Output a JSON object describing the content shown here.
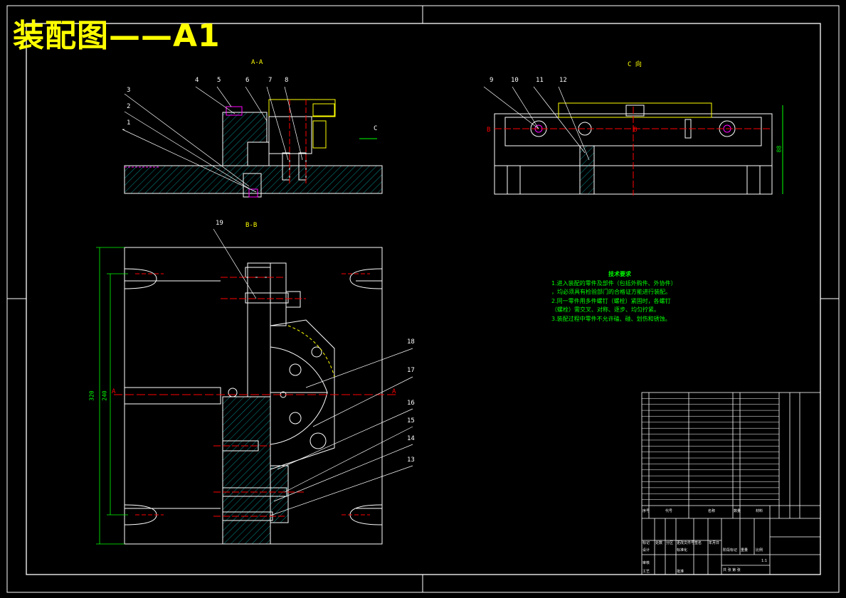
{
  "title": "装配图——A1",
  "views": {
    "section_aa": "A-A",
    "view_c": "C 向",
    "section_bb": "B-B",
    "arrow_c": "C",
    "mark_b": "B",
    "mark_a": "A"
  },
  "balloons": [
    "1",
    "2",
    "3",
    "4",
    "5",
    "6",
    "7",
    "8",
    "9",
    "10",
    "11",
    "12",
    "13",
    "14",
    "15",
    "16",
    "17",
    "18",
    "19"
  ],
  "dimensions": {
    "height_c": "88",
    "overall": "320",
    "inner": "240"
  },
  "notes": {
    "title": "技术要求",
    "lines": [
      "1.进入装配的零件及部件（包括外购件、外协件）",
      "，均必须具有检验部门的合格证方能进行装配。",
      "2.同一零件用多件螺钉（螺栓）紧固时，各螺钉",
      "（螺栓）需交叉、对称、逐步、均匀拧紧。",
      "3.装配过程中零件不允许磕、碰、划伤和锈蚀。"
    ]
  },
  "title_block": {
    "header": [
      "序号",
      "代号",
      "名称",
      "数量",
      "材料"
    ],
    "labels": [
      "标记",
      "处数",
      "分区",
      "更改文件号",
      "签名",
      "年月日",
      "设计",
      "标准化",
      "审核",
      "工艺",
      "批准",
      "阶段标记",
      "重量",
      "比例",
      "共 张 第 张"
    ],
    "scale": "1:1"
  }
}
